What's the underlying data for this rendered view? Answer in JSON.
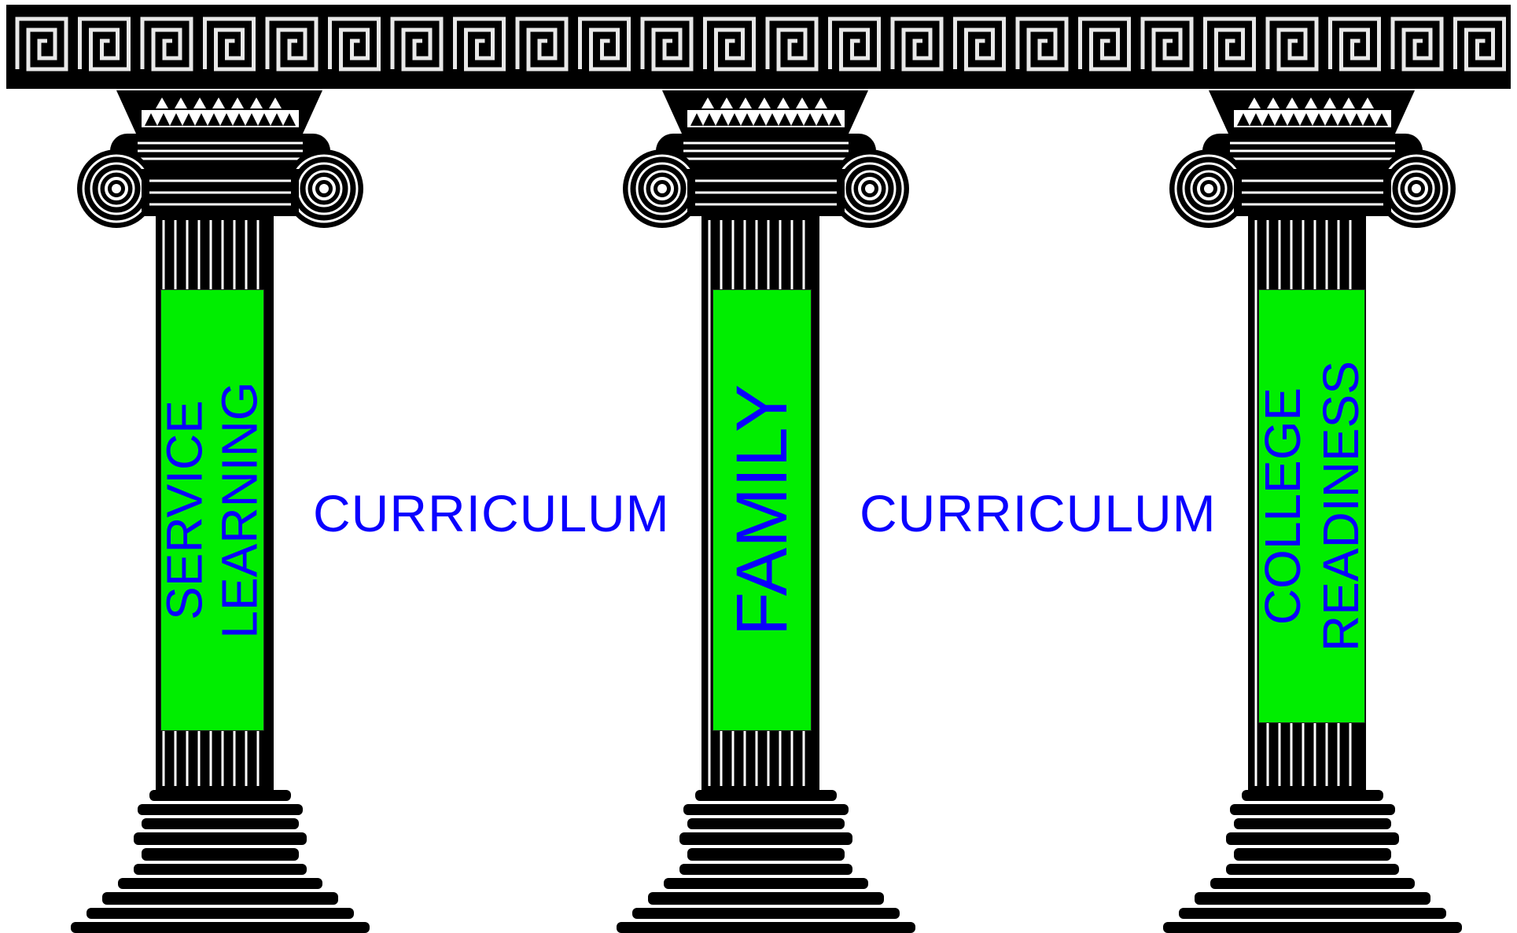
{
  "pillars": [
    {
      "lines": [
        "SERVICE",
        "LEARNING"
      ]
    },
    {
      "lines": [
        "FAMILY"
      ]
    },
    {
      "lines": [
        "COLLEGE",
        "READINESS"
      ]
    }
  ],
  "between_labels": [
    "CURRICULUM",
    "CURRICULUM"
  ],
  "colors": {
    "panel": "#00ee00",
    "text": "#0a00ff",
    "column": "#000000",
    "background": "#ffffff"
  }
}
